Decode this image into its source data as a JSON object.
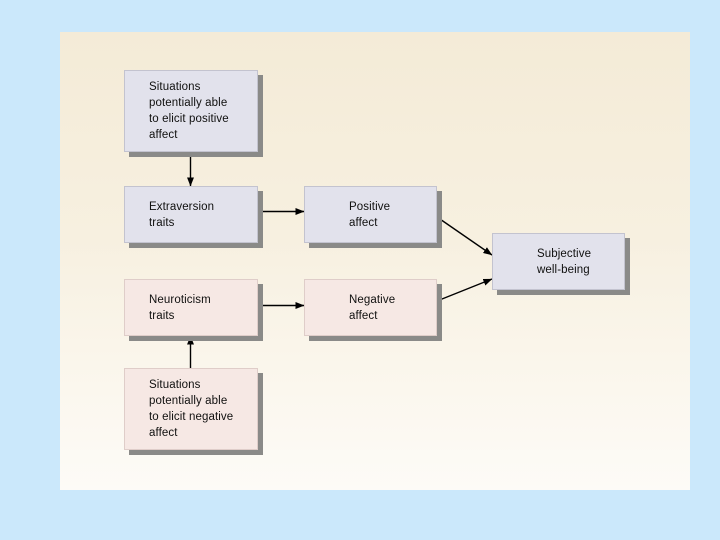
{
  "figure": {
    "type": "flow-diagram",
    "background_color": "#cbe8fb",
    "panel_gradient_top": "#f4ebd7",
    "panel_gradient_bottom": "#fdfbf7",
    "lavender_fill": "#e2e2ec",
    "pink_fill": "#f6e8e4",
    "shadow_color": "#8a8a88",
    "arrow_color": "#000000"
  },
  "nodes": {
    "situations_positive": {
      "label": "Situations\npotentially able\nto elicit positive\naffect",
      "color": "#e2e2ec"
    },
    "extraversion": {
      "label": "Extraversion\ntraits",
      "color": "#e2e2ec"
    },
    "positive_affect": {
      "label": "Positive\naffect",
      "color": "#e2e2ec"
    },
    "neuroticism": {
      "label": "Neuroticism\ntraits",
      "color": "#f6e8e4"
    },
    "negative_affect": {
      "label": "Negative\naffect",
      "color": "#f6e8e4"
    },
    "situations_negative": {
      "label": "Situations\npotentially able\nto elicit negative\naffect",
      "color": "#f6e8e4"
    },
    "subjective_wellbeing": {
      "label": "Subjective\nwell-being",
      "color": "#e2e2ec"
    }
  },
  "edges": [
    {
      "from": "situations_positive",
      "to": "extraversion",
      "direction": "down"
    },
    {
      "from": "extraversion",
      "to": "positive_affect",
      "direction": "right"
    },
    {
      "from": "neuroticism",
      "to": "negative_affect",
      "direction": "right"
    },
    {
      "from": "situations_negative",
      "to": "neuroticism",
      "direction": "up"
    },
    {
      "from": "positive_affect",
      "to": "subjective_wellbeing",
      "direction": "down-right"
    },
    {
      "from": "negative_affect",
      "to": "subjective_wellbeing",
      "direction": "up-right"
    }
  ]
}
